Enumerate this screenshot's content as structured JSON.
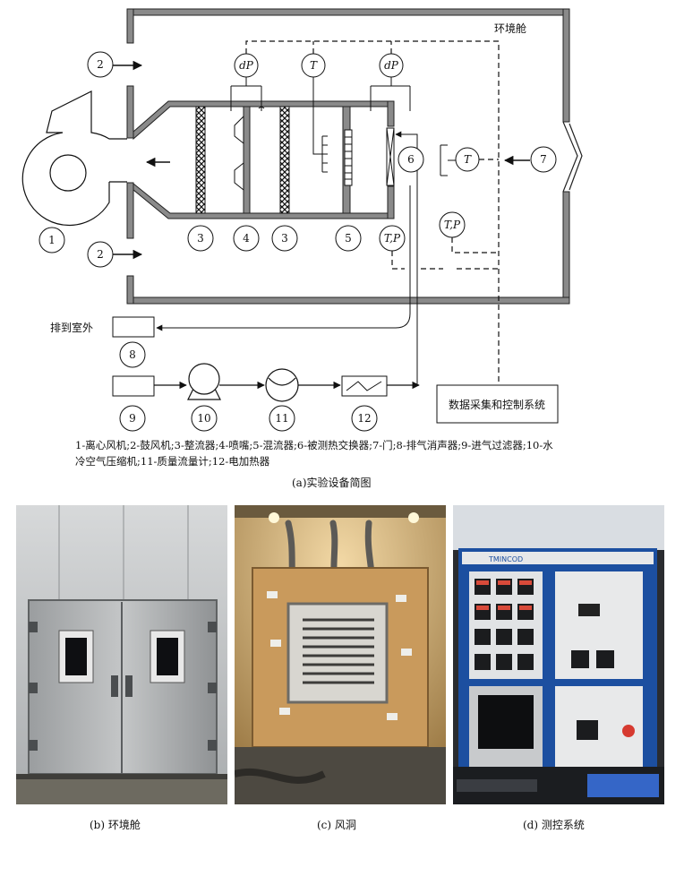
{
  "diagram": {
    "chamber_label": "环境舱",
    "exhaust_label": "排到室外",
    "daq_label": "数据采集和控制系统",
    "sensor_dp1": "dP",
    "sensor_t1": "T",
    "sensor_dp2": "dP",
    "sensor_t2": "T",
    "sensor_tp1": "T,P",
    "sensor_tp2": "T,P",
    "num_1": "1",
    "num_2a": "2",
    "num_2b": "2",
    "num_3a": "3",
    "num_3b": "3",
    "num_4": "4",
    "num_5": "5",
    "num_6": "6",
    "num_7": "7",
    "num_8": "8",
    "num_9": "9",
    "num_10": "10",
    "num_11": "11",
    "num_12": "12",
    "legend_line1": "1-离心风机;2-鼓风机;3-整流器;4-喷嘴;5-混流器;6-被测热交换器;7-门;8-排气消声器;9-进气过滤器;10-水",
    "legend_line2": "冷空气压缩机;11-质量流量计;12-电加热器",
    "caption_a": "(a)实验设备简图"
  },
  "photos": {
    "caption_b": "(b) 环境舱",
    "caption_c": "(c) 风洞",
    "caption_d": "(d) 测控系统",
    "brand_text": "TMINCOD"
  }
}
